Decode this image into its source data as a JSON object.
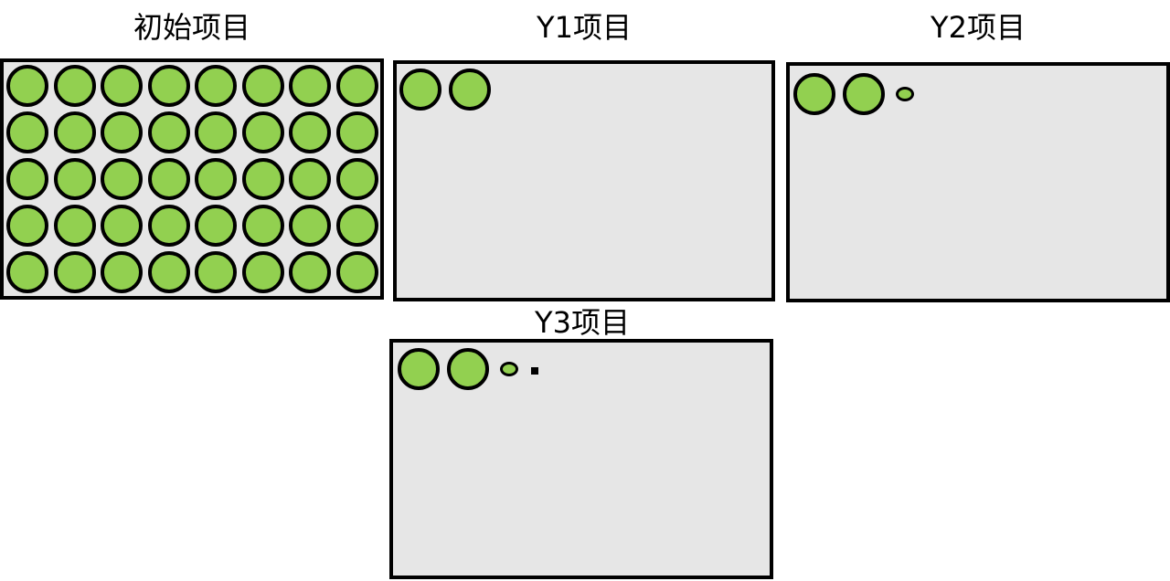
{
  "panels": [
    {
      "id": "initial",
      "title": "初始项目",
      "large_items": 40,
      "small_items": 0,
      "tiny_items": 0
    },
    {
      "id": "y1",
      "title": "Y1项目",
      "large_items": 2,
      "small_items": 0,
      "tiny_items": 0
    },
    {
      "id": "y2",
      "title": "Y2项目",
      "large_items": 2,
      "small_items": 1,
      "tiny_items": 0
    },
    {
      "id": "y3",
      "title": "Y3项目",
      "large_items": 2,
      "small_items": 1,
      "tiny_items": 1
    }
  ],
  "colors": {
    "item_fill": "#92d050",
    "item_stroke": "#000000",
    "panel_fill": "#e6e6e6",
    "panel_border": "#000000"
  }
}
